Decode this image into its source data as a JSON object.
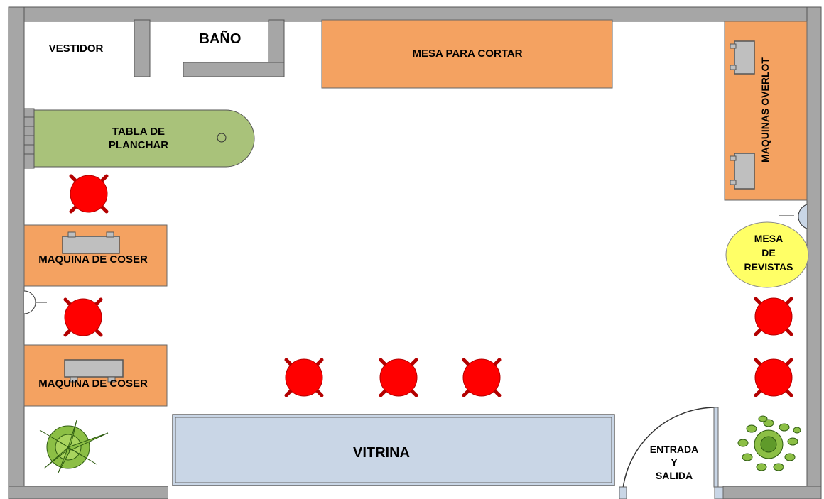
{
  "labels": {
    "vestidor": "VESTIDOR",
    "bano": "BAÑO",
    "mesa_cortar": "MESA PARA CORTAR",
    "maquinas_overlot": "MAQUINAS OVERLOT",
    "tabla_planchar_1": "TABLA DE",
    "tabla_planchar_2": "PLANCHAR",
    "maquina_coser_1": "MAQUINA DE COSER",
    "maquina_coser_2": "MAQUINA DE COSER",
    "mesa_revistas_1": "MESA",
    "mesa_revistas_2": "DE",
    "mesa_revistas_3": "REVISTAS",
    "vitrina": "VITRINA",
    "entrada_1": "ENTRADA",
    "entrada_2": "Y",
    "entrada_3": "SALIDA"
  },
  "colors": {
    "wall": "#a6a6a6",
    "orange_table": "#f4a261",
    "ironing_board": "#a9c27a",
    "chair": "#ff0000",
    "magazine_table": "#ffff66",
    "showcase": "#c9d6e6",
    "machine": "#bfbfbf",
    "plant": "#8cbf45"
  },
  "icons": {
    "chair": "round-chair-icon",
    "plant": "potted-plant-icon",
    "machine": "sewing-machine-icon",
    "door": "swing-door-icon"
  }
}
